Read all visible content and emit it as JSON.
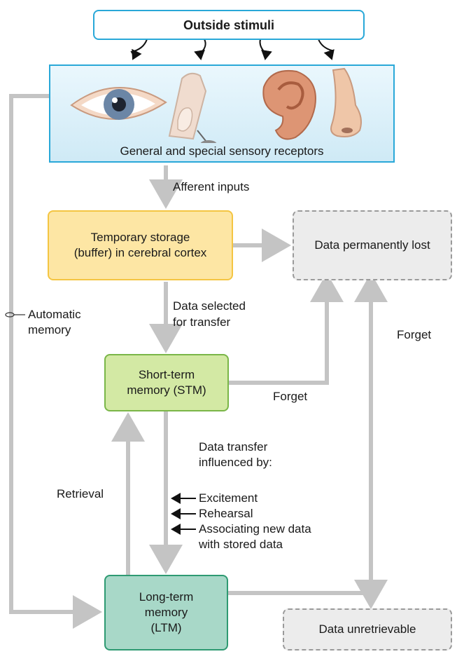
{
  "stimuli": "Outside stimuli",
  "receptors": {
    "caption": "General and special sensory receptors",
    "icons": [
      "eye-icon",
      "fingertip-icon",
      "ear-icon",
      "nose-icon"
    ]
  },
  "temporary_storage": {
    "line1": "Temporary storage",
    "line2": "(buffer) in cerebral cortex"
  },
  "lost": "Data permanently lost",
  "stm": {
    "line1": "Short-term",
    "line2": "memory (STM)"
  },
  "ltm": {
    "line1": "Long-term",
    "line2": "memory",
    "line3": "(LTM)"
  },
  "unretrievable": "Data unretrievable",
  "labels": {
    "afferent": "Afferent inputs",
    "selected1": "Data selected",
    "selected2": "for transfer",
    "automatic1": "Automatic",
    "automatic2": "memory",
    "forget_stm": "Forget",
    "forget_ltm": "Forget",
    "retrieval": "Retrieval",
    "transfer1": "Data transfer",
    "transfer2": "influenced by:",
    "factors": [
      "Excitement",
      "Rehearsal",
      "Associating new data",
      "with stored data"
    ]
  },
  "colors": {
    "arrow_gray": "#c4c4c4",
    "blue": "#29a8d8",
    "receptor_fill": "#e2f3fb",
    "temp_fill": "#fde6a4",
    "temp_border": "#f4c542",
    "stm_fill": "#d3e9a4",
    "stm_border": "#7ab648",
    "ltm_fill": "#a8d8c8",
    "ltm_border": "#2e9a72",
    "dashed_fill": "#ececec",
    "dashed_border": "#9a9a9a"
  }
}
